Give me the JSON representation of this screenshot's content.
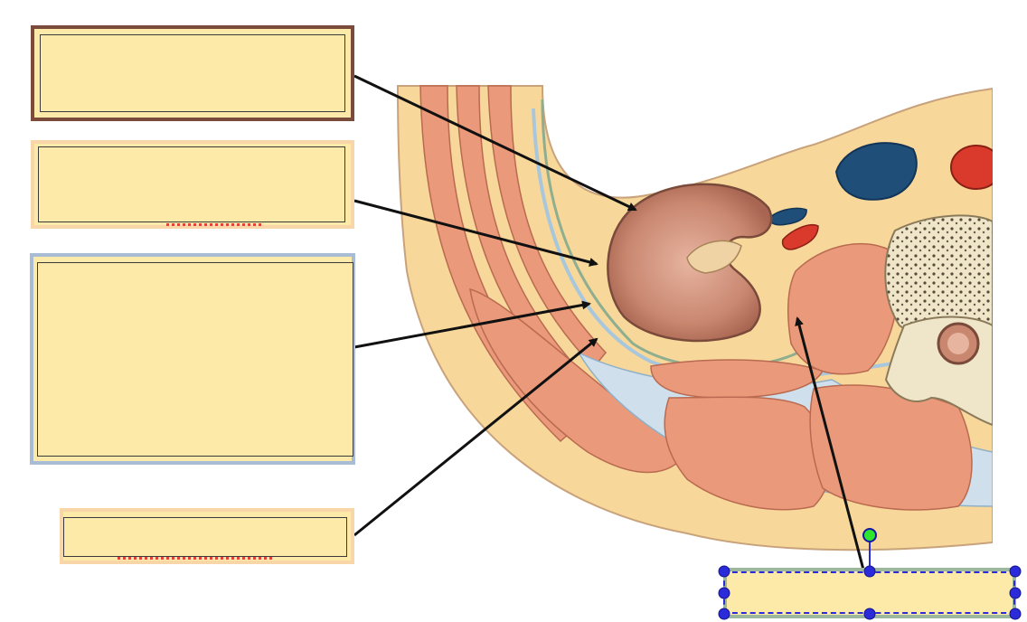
{
  "labels": [
    {
      "id": "label-1",
      "text": "",
      "border_color": "#7a4a3a",
      "fill": "#fde9a8"
    },
    {
      "id": "label-2",
      "text": "",
      "border_color": "#f9d6a8",
      "fill": "#fde9a8"
    },
    {
      "id": "label-3",
      "text": "",
      "border_color": "#a9bcd6",
      "fill": "#fde9a8"
    },
    {
      "id": "label-4",
      "text": "",
      "border_color": "#f9d6a8",
      "fill": "#fde9a8"
    },
    {
      "id": "label-5",
      "text": "",
      "border_color": "#9cb79c",
      "fill": "#fde9a8",
      "selected": true
    }
  ],
  "colors": {
    "fat": "#f7d89a",
    "muscle": "#ea9a7a",
    "fascia": "#cfe0ec",
    "kidney": "#c98770",
    "vein": "#1f4e79",
    "artery": "#d93a2b",
    "bone": "#efe6c9",
    "arrow": "#111111",
    "selection": "#2b2bd9"
  }
}
